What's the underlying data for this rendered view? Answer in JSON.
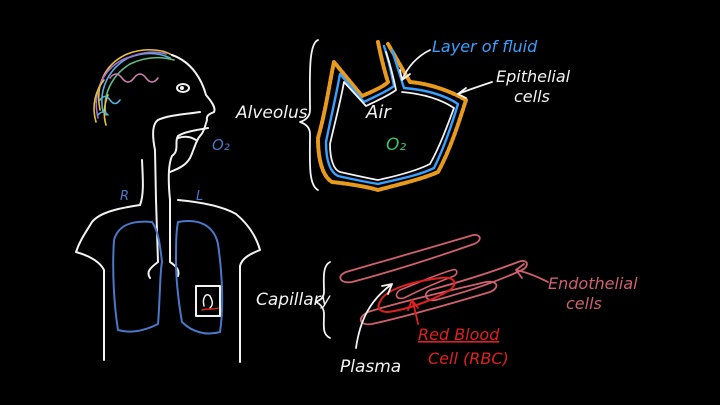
{
  "colors": {
    "background": "#000000",
    "chalk": "#f2f2f2",
    "lung_blue": "#4a78c8",
    "fluid_blue": "#3aa0ff",
    "epithelial_orange": "#e89a1c",
    "o2_green": "#39c06a",
    "capillary_pink": "#d06070",
    "rbc_red": "#e02020"
  },
  "labels": {
    "o2_mouth": "O₂",
    "right": "R",
    "left": "L",
    "alveolus": "Alveolus",
    "air": "Air",
    "o2_alveolus": "O₂",
    "fluid": "Layer of fluid",
    "epithelial_1": "Epithelial",
    "epithelial_2": "cells",
    "capillary": "Capillary",
    "endothelial_1": "Endothelial",
    "endothelial_2": "cells",
    "rbc_1": "Red Blood",
    "rbc_2": "Cell (RBC)",
    "plasma": "Plasma"
  }
}
